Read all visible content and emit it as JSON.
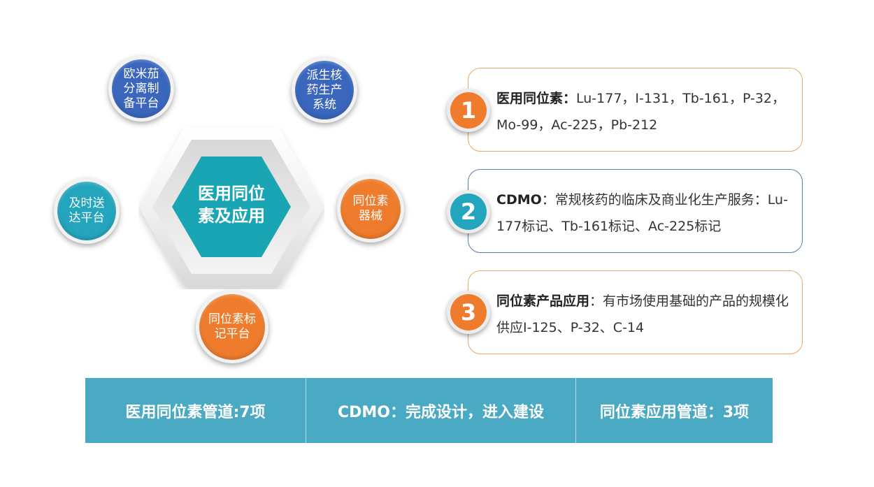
{
  "hub": {
    "line1": "医用同位",
    "line2": "素及应用",
    "color": "#1aa5b5"
  },
  "satellites": [
    {
      "text": "欧米茄分离制备平台",
      "color": "#3a67bd"
    },
    {
      "text": "派生核药生产系统",
      "color": "#3a67bd"
    },
    {
      "text": "及时送达平台",
      "color": "#24a5be"
    },
    {
      "text": "同位素器械",
      "color": "#ee7c2c"
    },
    {
      "text": "同位素标记平台",
      "color": "#ee7c2c"
    }
  ],
  "cards": [
    {
      "number": "1",
      "title": "医用同位素：",
      "body": "Lu-177，I-131，Tb-161，P-32，Mo-99，Ac-225，Pb-212",
      "badge_color": "#ee7c2c",
      "border_color": "#e8a868"
    },
    {
      "number": "2",
      "title": "CDMO",
      "body": "：常规核药的临床及商业化生产服务：Lu-177标记、Tb-161标记、Ac-225标记",
      "badge_color": "#24a5be",
      "border_color": "#5a7fae"
    },
    {
      "number": "3",
      "title": "同位素产品应用",
      "body": "：有市场使用基础的产品的规模化供应I-125、P-32、C-14",
      "badge_color": "#ee7c2c",
      "border_color": "#e8a868"
    }
  ],
  "bar": {
    "color": "#4aa9c3",
    "items": [
      {
        "label": "医用同位素管道:7项"
      },
      {
        "label": "CDMO：完成设计，进入建设"
      },
      {
        "label": "同位素应用管道：3项"
      }
    ]
  }
}
